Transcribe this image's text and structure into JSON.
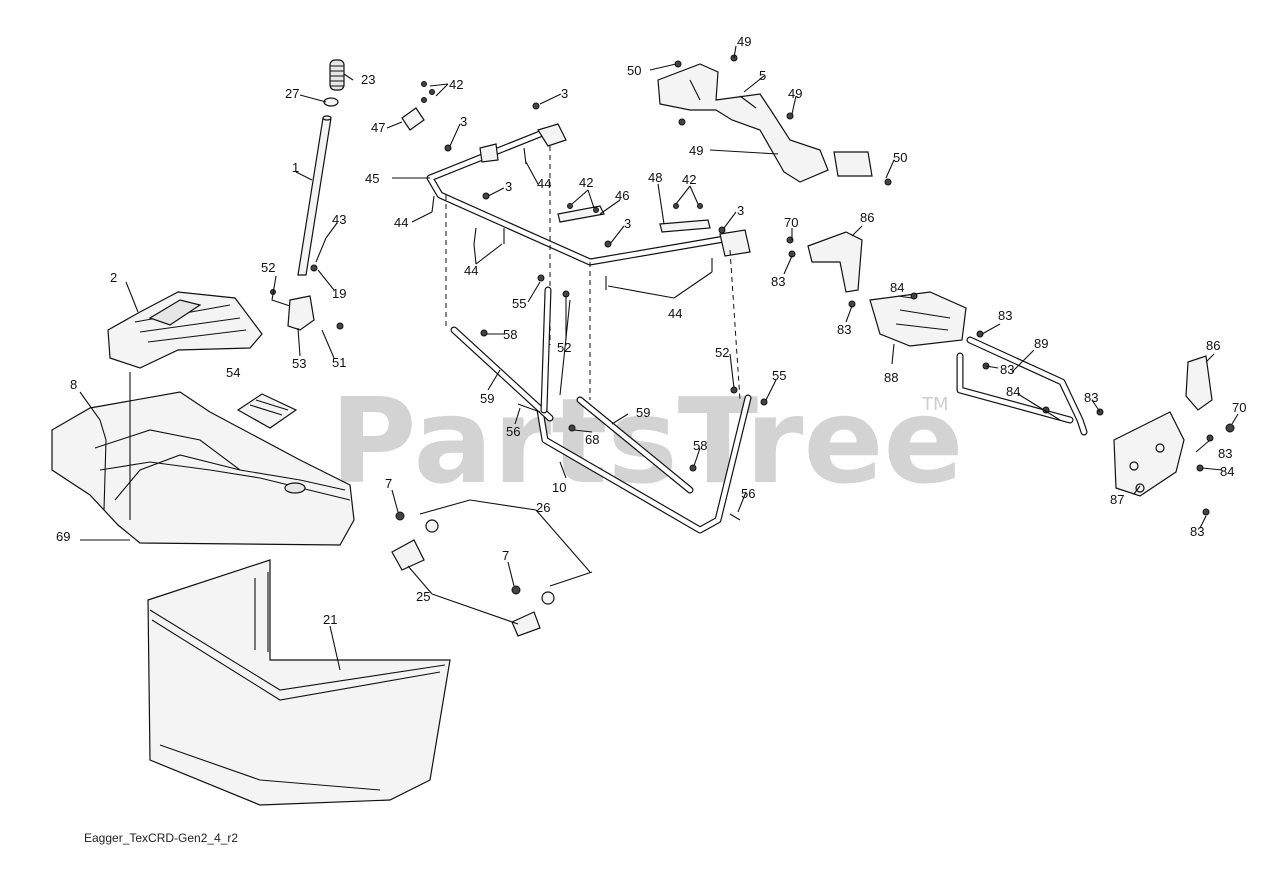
{
  "watermark": {
    "brand": "PartsTree",
    "trademark": "TM"
  },
  "footer": {
    "code": "Eagger_TexCRD-Gen2_4_r2"
  },
  "callouts": [
    {
      "id": "c1",
      "label": "1"
    },
    {
      "id": "c2",
      "label": "2"
    },
    {
      "id": "c3a",
      "label": "3"
    },
    {
      "id": "c3b",
      "label": "3"
    },
    {
      "id": "c3c",
      "label": "3"
    },
    {
      "id": "c3d",
      "label": "3"
    },
    {
      "id": "c3e",
      "label": "3"
    },
    {
      "id": "c5",
      "label": "5"
    },
    {
      "id": "c7a",
      "label": "7"
    },
    {
      "id": "c7b",
      "label": "7"
    },
    {
      "id": "c8",
      "label": "8"
    },
    {
      "id": "c10",
      "label": "10"
    },
    {
      "id": "c19",
      "label": "19"
    },
    {
      "id": "c21",
      "label": "21"
    },
    {
      "id": "c23",
      "label": "23"
    },
    {
      "id": "c25",
      "label": "25"
    },
    {
      "id": "c26",
      "label": "26"
    },
    {
      "id": "c27",
      "label": "27"
    },
    {
      "id": "c42a",
      "label": "42"
    },
    {
      "id": "c42b",
      "label": "42"
    },
    {
      "id": "c42c",
      "label": "42"
    },
    {
      "id": "c43",
      "label": "43"
    },
    {
      "id": "c44a",
      "label": "44"
    },
    {
      "id": "c44b",
      "label": "44"
    },
    {
      "id": "c44c",
      "label": "44"
    },
    {
      "id": "c44d",
      "label": "44"
    },
    {
      "id": "c45",
      "label": "45"
    },
    {
      "id": "c46",
      "label": "46"
    },
    {
      "id": "c47",
      "label": "47"
    },
    {
      "id": "c48",
      "label": "48"
    },
    {
      "id": "c49a",
      "label": "49"
    },
    {
      "id": "c49b",
      "label": "49"
    },
    {
      "id": "c49c",
      "label": "49"
    },
    {
      "id": "c50a",
      "label": "50"
    },
    {
      "id": "c50b",
      "label": "50"
    },
    {
      "id": "c51",
      "label": "51"
    },
    {
      "id": "c52a",
      "label": "52"
    },
    {
      "id": "c52b",
      "label": "52"
    },
    {
      "id": "c52c",
      "label": "52"
    },
    {
      "id": "c53",
      "label": "53"
    },
    {
      "id": "c54",
      "label": "54"
    },
    {
      "id": "c55a",
      "label": "55"
    },
    {
      "id": "c55b",
      "label": "55"
    },
    {
      "id": "c56a",
      "label": "56"
    },
    {
      "id": "c56b",
      "label": "56"
    },
    {
      "id": "c58a",
      "label": "58"
    },
    {
      "id": "c58b",
      "label": "58"
    },
    {
      "id": "c59a",
      "label": "59"
    },
    {
      "id": "c59b",
      "label": "59"
    },
    {
      "id": "c68",
      "label": "68"
    },
    {
      "id": "c69",
      "label": "69"
    },
    {
      "id": "c70a",
      "label": "70"
    },
    {
      "id": "c70b",
      "label": "70"
    },
    {
      "id": "c83a",
      "label": "83"
    },
    {
      "id": "c83b",
      "label": "83"
    },
    {
      "id": "c83c",
      "label": "83"
    },
    {
      "id": "c83d",
      "label": "83"
    },
    {
      "id": "c83e",
      "label": "83"
    },
    {
      "id": "c83f",
      "label": "83"
    },
    {
      "id": "c83g",
      "label": "83"
    },
    {
      "id": "c84a",
      "label": "84"
    },
    {
      "id": "c84b",
      "label": "84"
    },
    {
      "id": "c84c",
      "label": "84"
    },
    {
      "id": "c86a",
      "label": "86"
    },
    {
      "id": "c86b",
      "label": "86"
    },
    {
      "id": "c87",
      "label": "87"
    },
    {
      "id": "c88",
      "label": "88"
    },
    {
      "id": "c89",
      "label": "89"
    }
  ]
}
